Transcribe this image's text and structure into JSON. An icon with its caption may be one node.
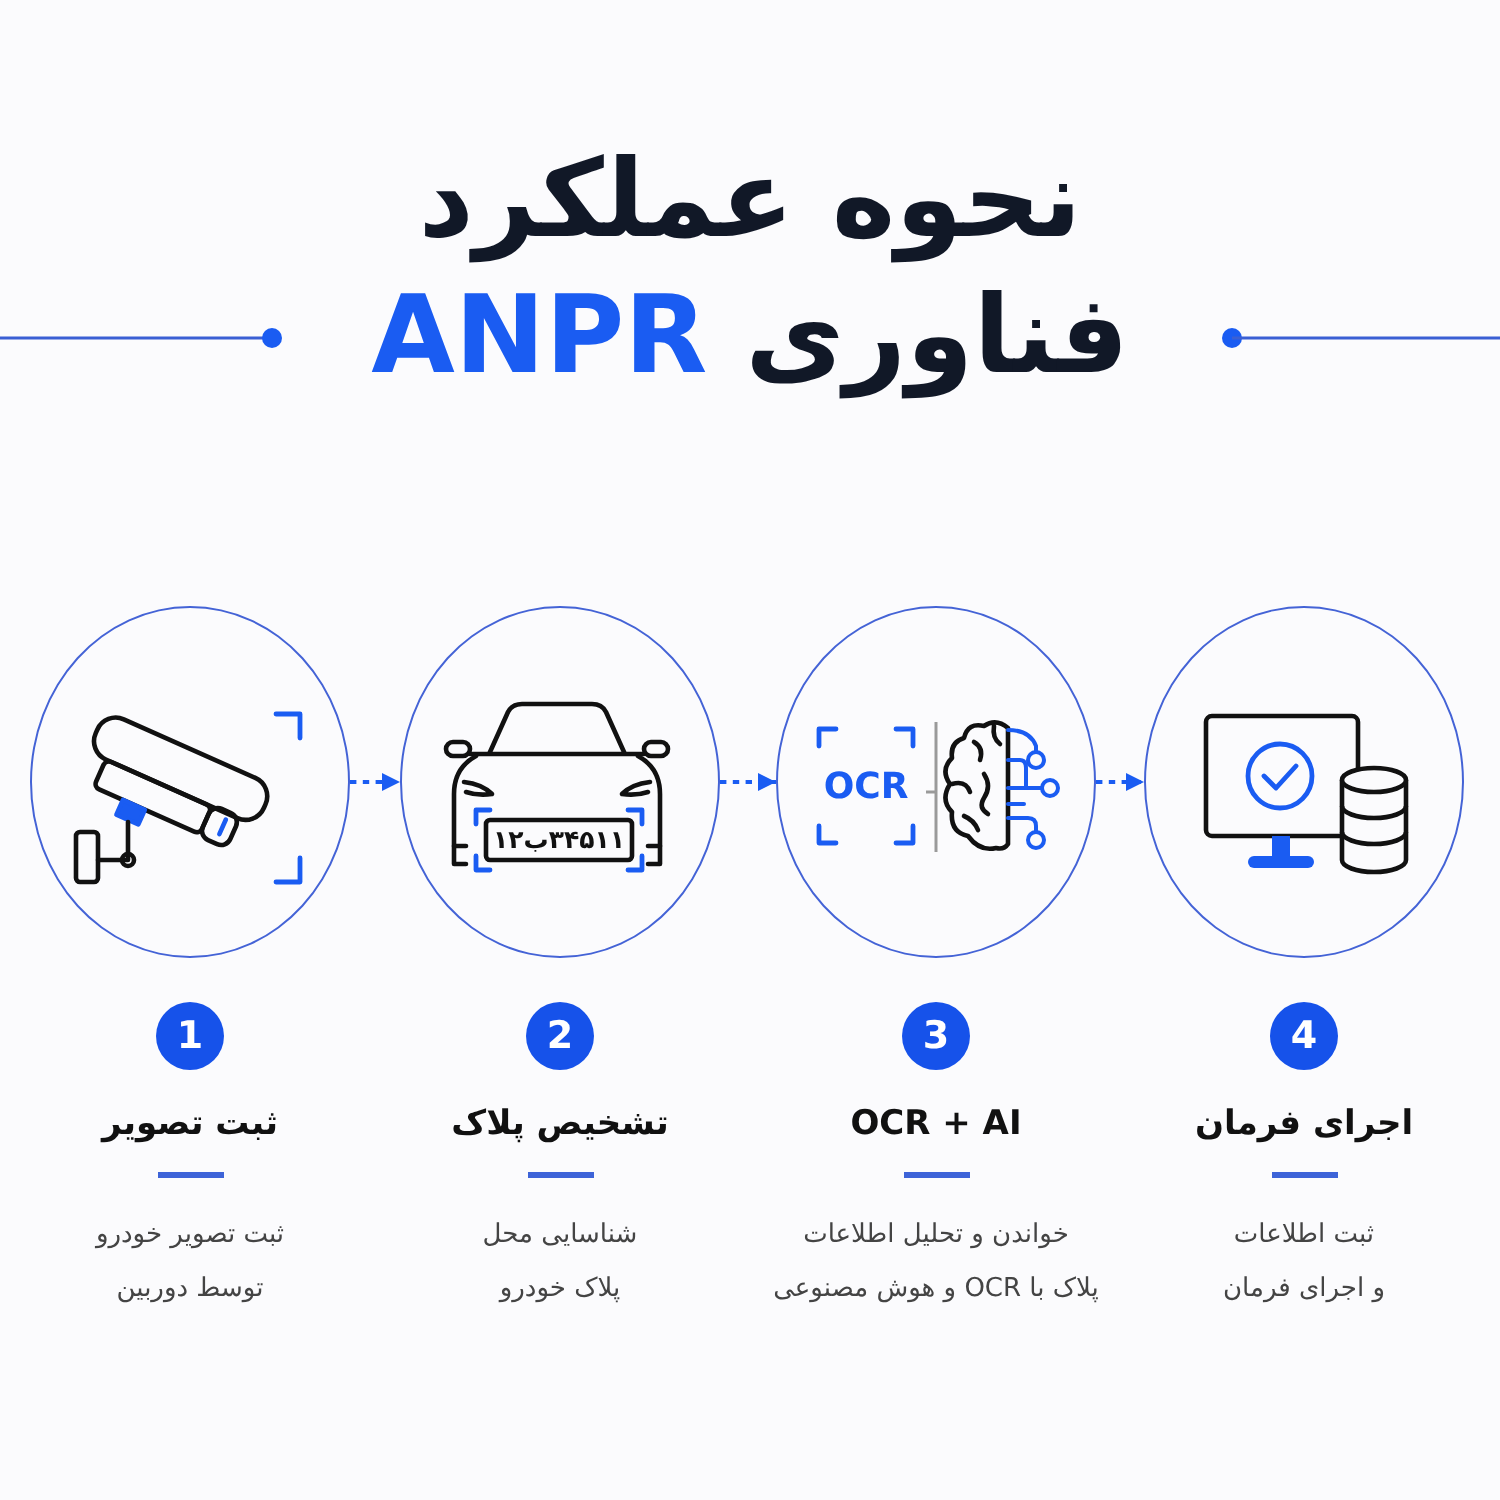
{
  "diagram": {
    "title": "نحوه عملکرد فناوری **ANPR**",
    "nodes": [
      {
        "text": [],
        "shape": "circle",
        "beside": [
          "1",
          "ثبت تصویر",
          "ثبت تصویر خودرو توسط دوربین"
        ]
      },
      {
        "text": [
          "۱۲ب۳۴۵۱۱"
        ],
        "beside": [
          "2",
          "تشخیص پلاک",
          "شناسایی محل پلاک خودرو"
        ]
      },
      {
        "text": [
          "OCR"
        ],
        "beside": [
          "3",
          "OCR + AI",
          "خواندن و تحلیل اطلاعات پلاک با OCR و هوش مصنوعی"
        ]
      },
      {
        "text": [],
        "shape": "circle",
        "beside": [
          "4",
          "اجرای فرمان",
          "ثبت اطلاعات و اجرای فرمان"
        ]
      }
    ],
    "edges": [
      {
        "from": 0,
        "to": 1,
        "arrow": "to",
        "style": "dashed"
      },
      {
        "from": 1,
        "to": 2,
        "arrow": "to",
        "style": "dashed"
      },
      {
        "from": 2,
        "to": 3,
        "arrow": "to",
        "style": "dashed"
      }
    ]
  }
}
